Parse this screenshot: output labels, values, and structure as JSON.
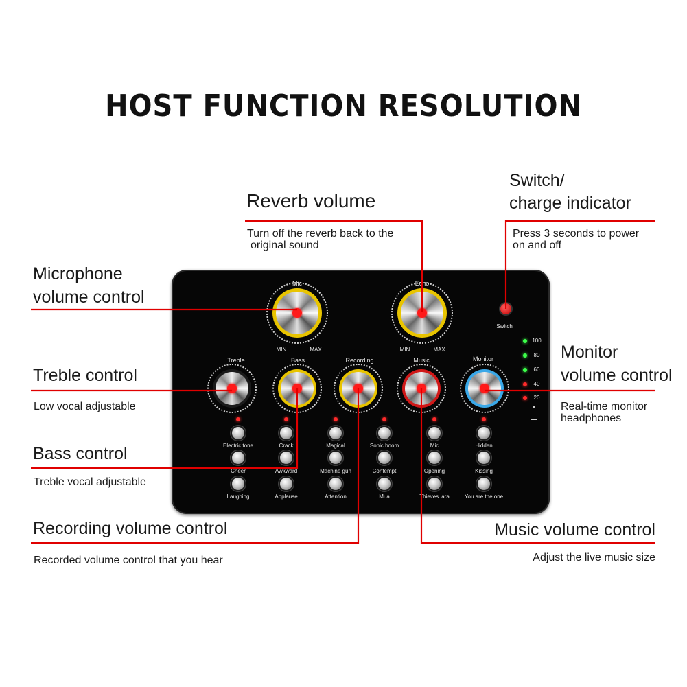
{
  "title": "HOST FUNCTION RESOLUTION",
  "callouts": {
    "reverb": {
      "heading": "Reverb volume",
      "desc_line1": "Turn off the reverb back to the",
      "desc_line2": "original sound"
    },
    "switch": {
      "heading_line1": "Switch/",
      "heading_line2": "charge indicator",
      "desc_line1": "Press 3 seconds to power",
      "desc_line2": "on and off"
    },
    "microphone": {
      "heading_line1": "Microphone",
      "heading_line2": "volume control"
    },
    "treble": {
      "heading": "Treble control",
      "desc": "Low vocal adjustable"
    },
    "bass": {
      "heading": "Bass control",
      "desc": "Treble vocal adjustable"
    },
    "recording": {
      "heading": "Recording volume control",
      "desc": "Recorded volume control that you hear"
    },
    "monitor": {
      "heading_line1": "Monitor",
      "heading_line2": "volume control",
      "desc_line1": "Real-time monitor",
      "desc_line2": "headphones"
    },
    "music": {
      "heading": "Music volume control",
      "desc": "Adjust the live music size"
    }
  },
  "device": {
    "knobs": {
      "mic": "Mic",
      "echo": "Echo",
      "treble": "Treble",
      "bass": "Bass",
      "recording": "Recording",
      "music": "Music",
      "monitor": "Monitor"
    },
    "min_label": "MIN",
    "max_label": "MAX",
    "switch_label": "Switch",
    "level_labels": [
      "100",
      "80",
      "60",
      "40",
      "20"
    ],
    "level_colors": [
      "green",
      "green",
      "green",
      "red",
      "red"
    ],
    "sound_buttons": [
      [
        "Electric tone",
        "Crack",
        "Magical",
        "Sonic boom",
        "Mic",
        "Hidden"
      ],
      [
        "Cheer",
        "Awkward",
        "Machine gun",
        "Contempt",
        "Opening",
        "Kissing"
      ],
      [
        "Laughing",
        "Applause",
        "Attention",
        "Mua",
        "Thieves lara",
        "You are the one"
      ]
    ]
  },
  "colors": {
    "line": "#e00000",
    "device": "#060606",
    "ring_yellow": "#e8c400",
    "ring_red": "#d01818",
    "ring_blue": "#3aa8e8"
  }
}
